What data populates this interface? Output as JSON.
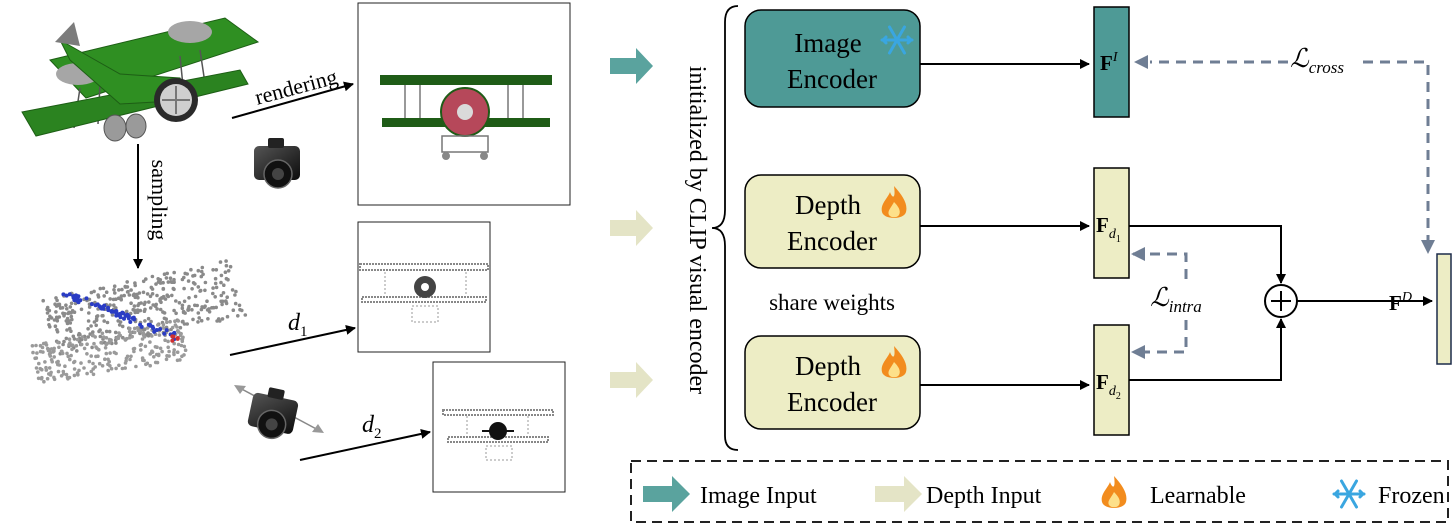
{
  "labels": {
    "rendering": "rendering",
    "sampling": "sampling",
    "d1_base": "d",
    "d1_sub": "1",
    "d2_base": "d",
    "d2_sub": "2",
    "brace_text": "initialized by CLIP visual encoder",
    "share_weights": "share weights"
  },
  "encoders": {
    "image_line1": "Image",
    "image_line2": "Encoder",
    "depth1_line1": "Depth",
    "depth1_line2": "Encoder",
    "depth2_line1": "Depth",
    "depth2_line2": "Encoder"
  },
  "features": {
    "fi_base": "F",
    "fi_sup": "I",
    "fd1_base": "F",
    "fd1_sub": "d",
    "fd1_subsub": "1",
    "fd2_base": "F",
    "fd2_sub": "d",
    "fd2_subsub": "2",
    "fd_base": "F",
    "fd_sup": "D"
  },
  "losses": {
    "cross_symbol": "ℒ",
    "cross_sub": "cross",
    "intra_symbol": "ℒ",
    "intra_sub": "intra"
  },
  "legend": {
    "image_input": "Image Input",
    "depth_input": "Depth Input",
    "learnable": "Learnable",
    "frozen": "Frozen"
  },
  "colors": {
    "image_encoder_fill": "#4e9a96",
    "depth_encoder_fill": "#ededc5",
    "image_arrow": "#5aa39e",
    "depth_arrow": "#e4e4c6",
    "dashed_loss": "#6f7e94",
    "plane_green": "#2f8f22",
    "frozen_blue": "#3aa6e0",
    "flame_orange": "#f28c1e"
  }
}
